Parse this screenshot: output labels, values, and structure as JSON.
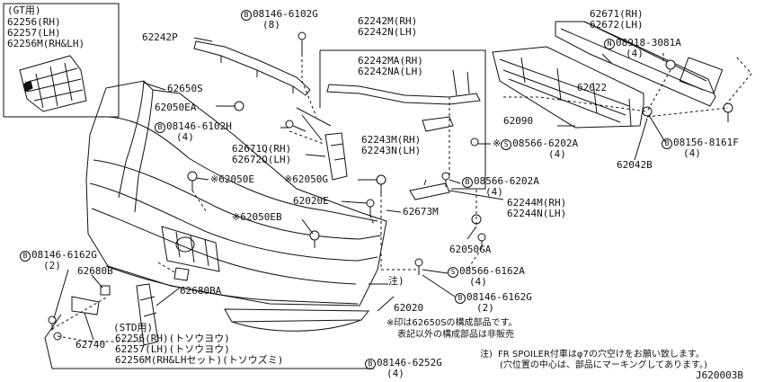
{
  "diagram_id": "J620003B",
  "inset_gt": {
    "title": "(GT用)",
    "lines": [
      "62256(RH)",
      "62257(LH)",
      "62256M(RH&LH)"
    ]
  },
  "inset_std": {
    "title": "(STD用)",
    "lines": [
      "62256(RH)(トソウヨウ)",
      "62257(LH)(トソウヨウ)",
      "62256M(RH&LHセット)(トソウズミ)"
    ]
  },
  "parts": {
    "p_6102g": {
      "mark": "B",
      "num": "08146-6102G",
      "qty": "(8)"
    },
    "p_62242m": {
      "line1": "62242M(RH)",
      "line2": "62242N(LH)"
    },
    "p_62242p": "62242P",
    "p_62242ma": {
      "line1": "62242MA(RH)",
      "line2": "62242NA(LH)"
    },
    "p_62650s": "62650S",
    "p_62050ea": "62050EA",
    "p_6102h": {
      "mark": "B",
      "num": "08146-6102H",
      "qty": "(4)"
    },
    "p_62671q": {
      "line1": "62671Q(RH)",
      "line2": "62672Q(LH)"
    },
    "p_62050e": {
      "star": "※",
      "num": "62050E"
    },
    "p_62050g": {
      "star": "※",
      "num": "62050G"
    },
    "p_62020e": "62020E",
    "p_62050eb": {
      "star": "※",
      "num": "62050EB"
    },
    "p_62673m": "62673M",
    "p_62243m": {
      "line1": "62243M(RH)",
      "line2": "62243N(LH)"
    },
    "p_6202a_1": {
      "star": "※",
      "mark": "S",
      "num": "08566-6202A",
      "qty": "(4)"
    },
    "p_6202a_2": {
      "mark": "B",
      "num": "08566-6202A",
      "qty": "(4)"
    },
    "p_62244m": {
      "line1": "62244M(RH)",
      "line2": "62244N(LH)"
    },
    "p_62050ga": "62050GA",
    "p_6162a": {
      "mark": "S",
      "num": "08566-6162A",
      "qty": "(4)"
    },
    "p_6162g_r": {
      "mark": "B",
      "num": "08146-6162G",
      "qty": "(2)"
    },
    "p_6162g_l": {
      "mark": "B",
      "num": "08146-6162G",
      "qty": "(2)"
    },
    "p_62680b": "62680B",
    "p_62680ba": "62680BA",
    "p_62740": "62740",
    "p_62020": "62020",
    "p_note_mark": "注)",
    "p_6252g": {
      "mark": "B",
      "num": "08146-6252G",
      "qty": "(4)"
    },
    "p_62671": {
      "line1": "62671(RH)",
      "line2": "62672(LH)"
    },
    "p_3081a": {
      "mark": "N",
      "num": "08918-3081A",
      "qty": "(4)"
    },
    "p_62022": "62022",
    "p_62090": "62090",
    "p_62042b": "62042B",
    "p_8161f": {
      "mark": "B",
      "num": "08156-8161F",
      "qty": "(4)"
    }
  },
  "notes": {
    "star_line1": "※印は62650Sの構成部品です。",
    "star_line2": "表記以外の構成部品は非販売",
    "fr_prefix": "注)",
    "fr_line1": "FR SPOILER付車はφ7の穴空けをお願い致します。",
    "fr_line2": "(穴位置の中心は、部品にマーキングしてあります。)"
  }
}
